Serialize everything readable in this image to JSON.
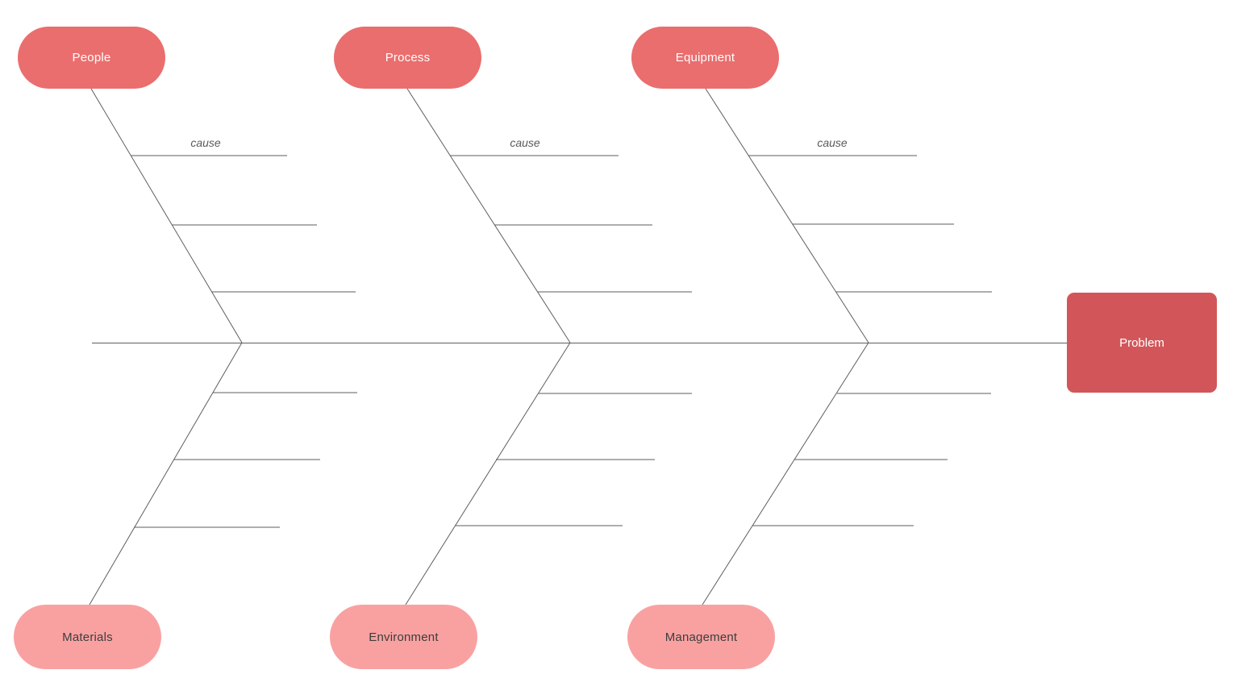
{
  "diagram": {
    "type": "fishbone",
    "problem_label": "Problem",
    "cause_placeholder": "cause",
    "top_branches": [
      {
        "label": "People"
      },
      {
        "label": "Process"
      },
      {
        "label": "Equipment"
      }
    ],
    "bottom_branches": [
      {
        "label": "Materials"
      },
      {
        "label": "Environment"
      },
      {
        "label": "Management"
      }
    ],
    "ribs_per_branch": 3,
    "cause_labels_shown_on": "top branches only"
  },
  "colors": {
    "background": "#ffffff",
    "top_branch_fill": "#ea6e6e",
    "bottom_branch_fill": "#f9a1a1",
    "problem_fill": "#d25659",
    "top_label_text": "#ffffff",
    "bottom_label_text": "#3d3d3d",
    "problem_label_text": "#ffffff",
    "cause_text": "#595959",
    "line": "#5e5e5e"
  }
}
